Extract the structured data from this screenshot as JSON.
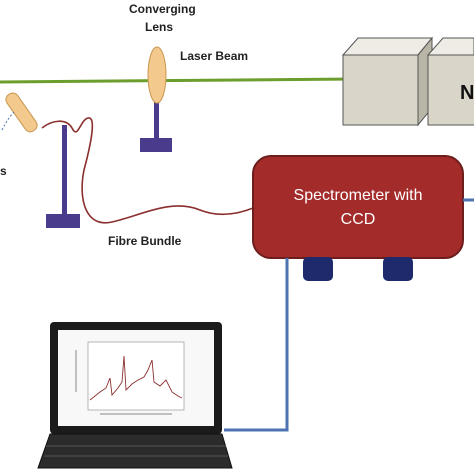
{
  "labels": {
    "converging_lens_line1": "Converging",
    "converging_lens_line2": "Lens",
    "laser_beam": "Laser Beam",
    "fibre_bundle": "Fibre Bundle",
    "spectrometer_line1": "Spectrometer with",
    "spectrometer_line2": "CCD",
    "partial_left_label": "s",
    "partial_box_label": "N"
  },
  "colors": {
    "laser_beam": "#6b9e2c",
    "fibre": "#8b2e2e",
    "mount": "#4a3b8c",
    "spectrometer_fill": "#a32c2a",
    "lens": "#f3c98e",
    "cable": "#4d73b3",
    "box": "#d9d6c9"
  }
}
